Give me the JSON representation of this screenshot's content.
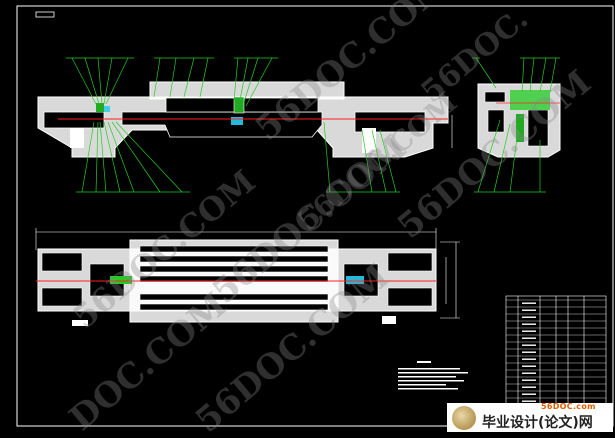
{
  "watermark": {
    "text": "56DOC.COM",
    "partial_left": "DOC.COM",
    "partial_top_right": "56DOC.",
    "partial_bottom_mid": "56DOC.COM"
  },
  "brand": {
    "url": "56DOC.com",
    "name": "毕业设计(论文)网"
  },
  "colors": {
    "background": "#000000",
    "lines": "#ffffff",
    "centerline": "#ff2020",
    "leaders": "#22cc22",
    "dimensions": "#40e0ff",
    "parts": "#ffff55",
    "accent_green": "#33dd33"
  }
}
